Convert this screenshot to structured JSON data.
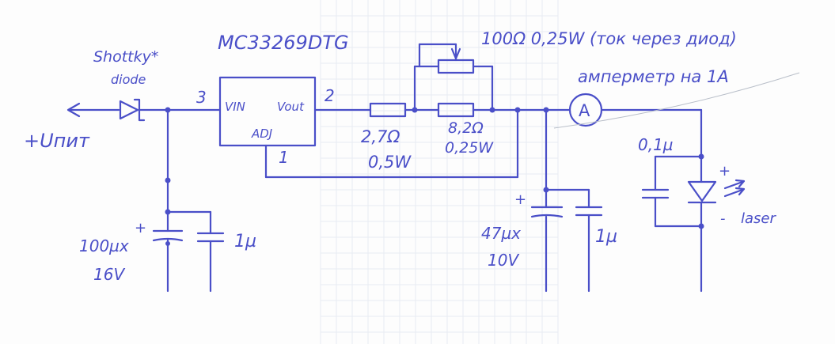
{
  "colors": {
    "ink": "#4a4fc8",
    "paper": "#fdfdfd",
    "grid": "#e8ecf2"
  },
  "labels": {
    "diode_name": "Shottky*",
    "diode_sub": "diode",
    "input": "+Uпит",
    "ic_name": "MC33269DTG",
    "ic_vin": "VIN",
    "ic_vout": "Vout",
    "ic_adj": "ADJ",
    "pin3": "3",
    "pin2": "2",
    "pin1": "1",
    "r1_value": "2,7Ω",
    "r1_power": "0,5W",
    "r2_value": "8,2Ω",
    "r2_power": "0,25W",
    "pot_note": "100Ω 0,25W (ток через диод)",
    "ammeter_symbol": "A",
    "ammeter_note": "амперметр на 1А",
    "c_in_value": "100µx",
    "c_in_voltage": "16V",
    "c_in2": "1µ",
    "c_out_value": "47µx",
    "c_out_voltage": "10V",
    "c_out2": "1µ",
    "c_laser": "0,1µ",
    "laser": "laser",
    "plus_marks": [
      "+",
      "+",
      "+"
    ],
    "minus_mark": "-"
  }
}
